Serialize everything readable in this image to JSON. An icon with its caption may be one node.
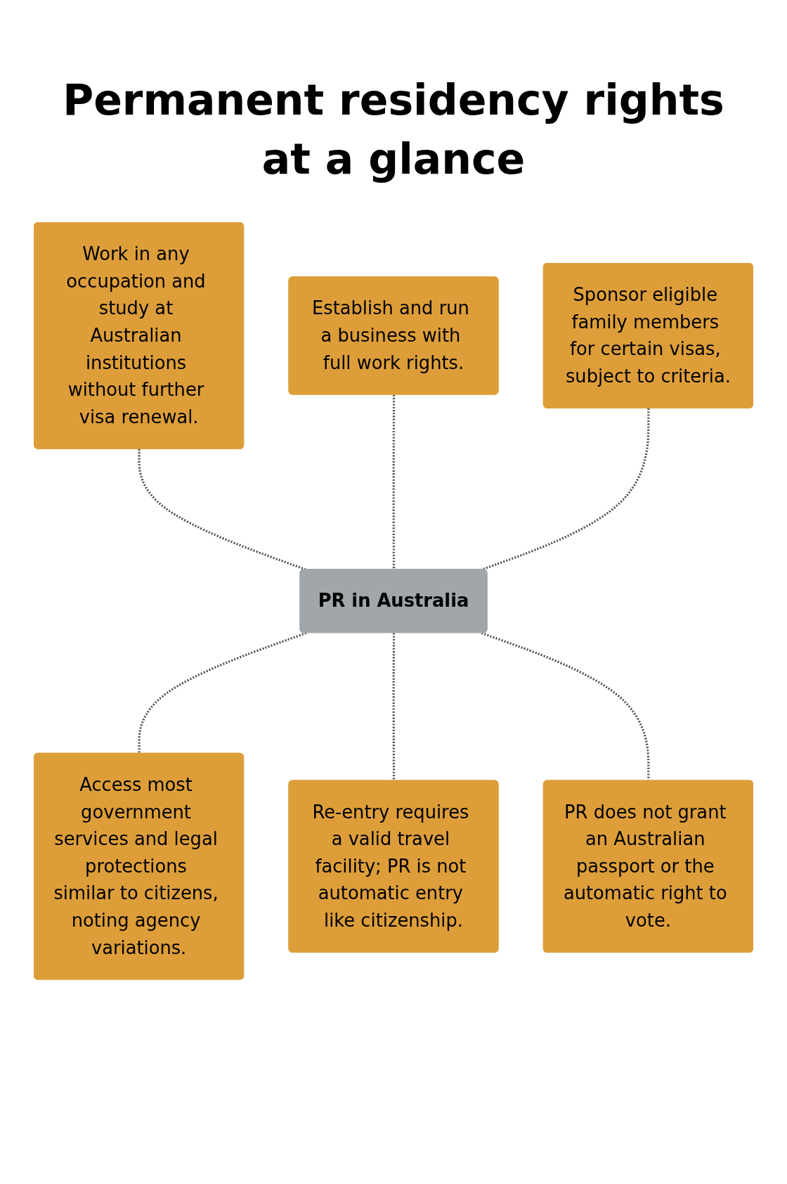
{
  "diagram": {
    "title": "Permanent residency rights at a glance",
    "nodes": [
      {
        "text": [
          "Work in any occupation and study at Australian institutions without further visa renewal."
        ]
      },
      {
        "text": [
          "Establish and run a business with full work rights."
        ]
      },
      {
        "text": [
          "Sponsor eligible family members for certain visas, subject to criteria."
        ]
      },
      {
        "text": [
          "PR in Australia"
        ]
      },
      {
        "text": [
          "Access most government services and legal protections similar to citizens, noting agency variations."
        ]
      },
      {
        "text": [
          "Re-entry requires a valid travel facility; PR is not automatic entry like citizenship."
        ]
      },
      {
        "text": [
          "PR does not grant an Australian passport or the automatic right to vote."
        ]
      }
    ],
    "edges": [
      {
        "from": 0,
        "to": 3,
        "arrow": "none",
        "style": "dashed"
      },
      {
        "from": 1,
        "to": 3,
        "arrow": "none",
        "style": "dashed"
      },
      {
        "from": 2,
        "to": 3,
        "arrow": "none",
        "style": "dashed"
      },
      {
        "from": 3,
        "to": 4,
        "arrow": "none",
        "style": "dashed"
      },
      {
        "from": 3,
        "to": 5,
        "arrow": "none",
        "style": "dashed"
      },
      {
        "from": 3,
        "to": 6,
        "arrow": "none",
        "style": "dashed"
      }
    ]
  }
}
